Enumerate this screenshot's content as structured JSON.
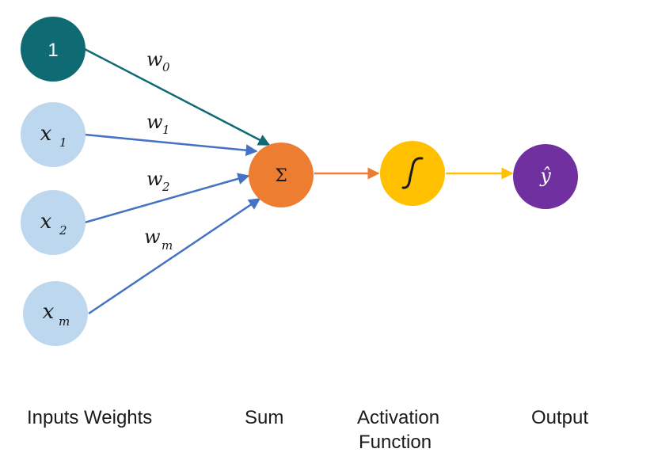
{
  "nodes": {
    "bias": {
      "text": "1",
      "color": "#0e6b74",
      "text_color": "#ffffff"
    },
    "x1": {
      "main": "x",
      "sub": "1",
      "color": "#bdd7ee"
    },
    "x2": {
      "main": "x",
      "sub": "2",
      "color": "#bdd7ee"
    },
    "xm": {
      "main": "x",
      "sub": "m",
      "color": "#bdd7ee"
    },
    "sum": {
      "text": "Σ",
      "color": "#ed7d31"
    },
    "activation": {
      "symbol": "sigmoid-integral-icon",
      "color": "#ffc000"
    },
    "output": {
      "text": "ŷ",
      "color": "#7030a0",
      "text_color": "#ffffff"
    }
  },
  "weights": {
    "w0": {
      "main": "w",
      "sub": "0"
    },
    "w1": {
      "main": "w",
      "sub": "1"
    },
    "w2": {
      "main": "w",
      "sub": "2"
    },
    "wm": {
      "main": "w",
      "sub": "m"
    }
  },
  "edge_colors": {
    "bias_edge": "#0e6b74",
    "input_edges": "#4472c4",
    "sum_to_activation": "#ed7d31",
    "activation_to_output": "#ffc000"
  },
  "captions": {
    "inputs_weights": "Inputs Weights",
    "sum": "Sum",
    "activation_line1": "Activation",
    "activation_line2": "Function",
    "output": "Output"
  }
}
